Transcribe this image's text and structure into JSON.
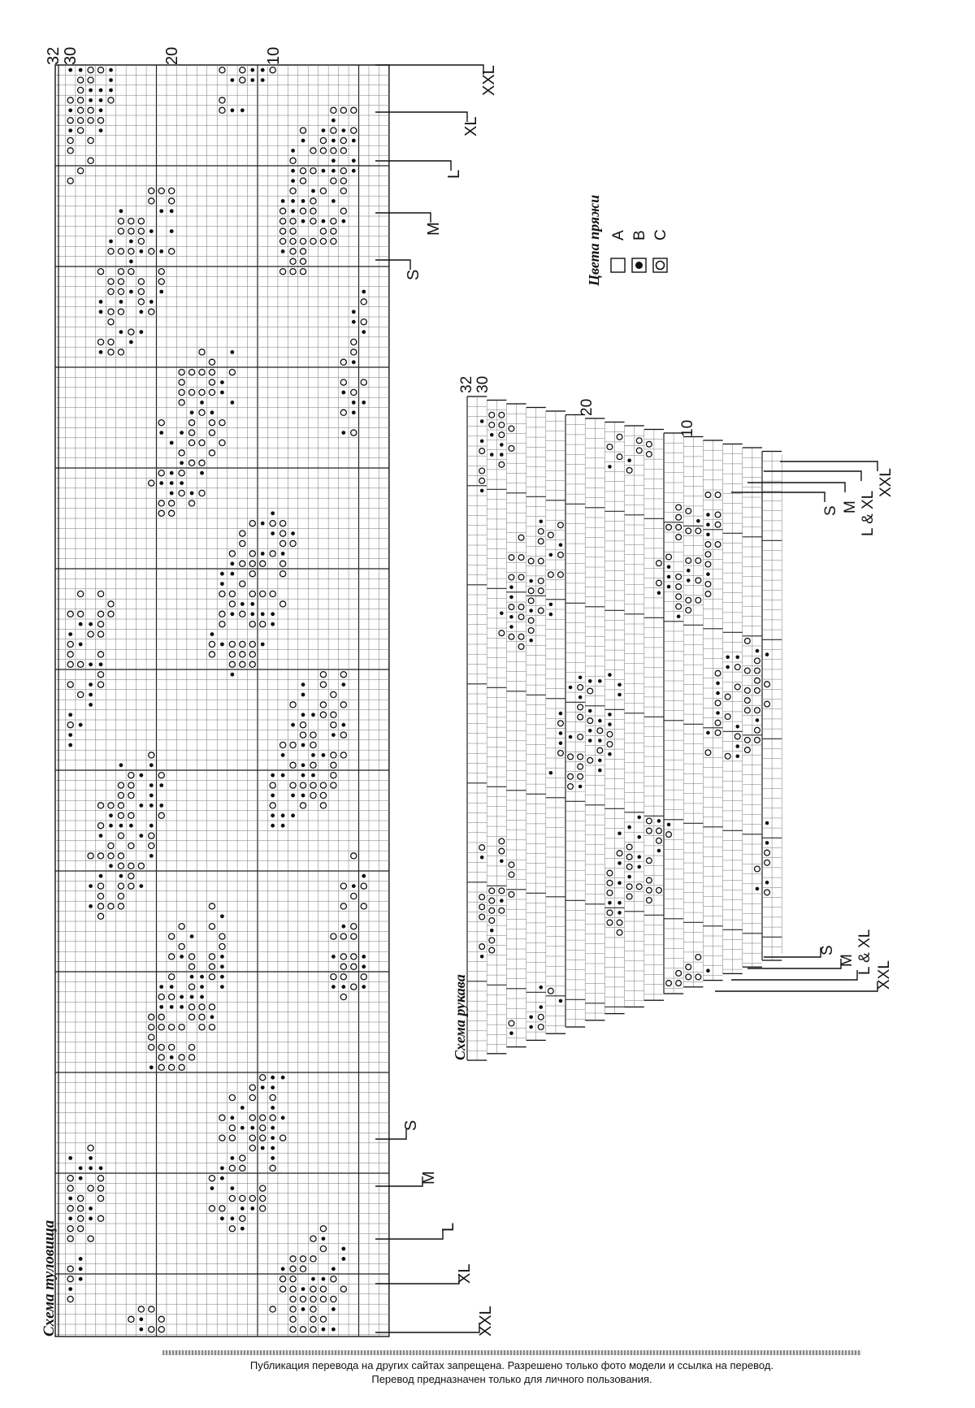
{
  "body_chart": {
    "title": "Схема туловища",
    "column_numbers": [
      "32",
      "30",
      "20",
      "10"
    ],
    "size_labels_top": [
      "XXL",
      "XL",
      "L",
      "M",
      "S"
    ],
    "size_labels_bottom": [
      "S",
      "M",
      "L",
      "XL",
      "XXL"
    ]
  },
  "sleeve_chart": {
    "title": "Схема рукава",
    "column_numbers": [
      "32",
      "30",
      "20",
      "10"
    ],
    "size_labels_top": [
      "XXL",
      "L & XL",
      "M",
      "S"
    ],
    "size_labels_bottom": [
      "S",
      "M",
      "L & XL",
      "XXL"
    ]
  },
  "legend": {
    "title": "Цвета пряжи",
    "items": [
      {
        "symbol": "empty-square",
        "label": "A"
      },
      {
        "symbol": "filled-dot",
        "label": "B"
      },
      {
        "symbol": "open-circle",
        "label": "C"
      }
    ]
  },
  "footer": {
    "line1": "Публикация перевода на других сайтах запрещена. Разрешено только фото модели и ссылка на перевод.",
    "line2": "Перевод предназначен только для личного пользования."
  }
}
